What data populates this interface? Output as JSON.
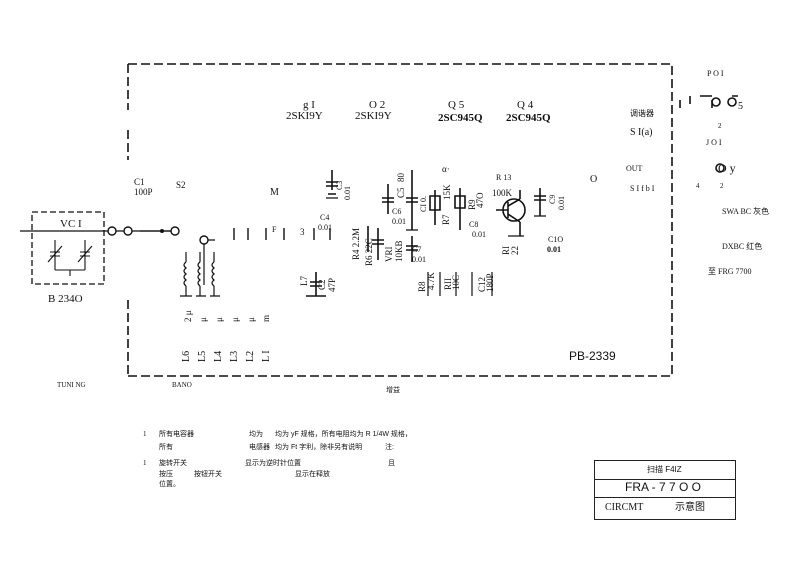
{
  "header": {
    "q1": {
      "ref": "g I",
      "part": "2SKI9Y"
    },
    "q2": {
      "ref": "O 2",
      "part": "2SKI9Y"
    },
    "q5": {
      "ref": "Q 5",
      "part": "2SC945Q"
    },
    "q4": {
      "ref": "Q 4",
      "part": "2SC945Q"
    }
  },
  "right_panel": {
    "po1": "P O I",
    "tuner": "调谐器",
    "s1a": "S I(a)",
    "jo1": "J O I",
    "out": "OUT",
    "s1b": "S I f b I",
    "o_dot": "O",
    "pin5": "5",
    "pin2a": "2",
    "pin4": "4",
    "pin2b": "2",
    "swa_bc": "SWA BC 灰色",
    "dxbc": "DXBC 红色",
    "to_frg": "至 FRG 7700"
  },
  "components": {
    "c1": "C1",
    "c1_val": "100P",
    "s2": "S2",
    "m": "M",
    "c3": "C3",
    "c3_val": "0.01",
    "c4": "C4",
    "c4_val": "0.01",
    "c5": "C5",
    "c5_val": "80",
    "c5b": "CI 0.",
    "c6": "C6",
    "c6_val": "0.01",
    "r7": "R7",
    "r7_val": "15K",
    "r9": "R9",
    "r9_val": "47O",
    "r13": "R 13",
    "r13_val": "100K",
    "c8": "C8",
    "c8_val": "0.01",
    "c9": "C9",
    "c9_val": "0.01",
    "c10": "C1O",
    "c10_val": "0.01",
    "r4": "R4 2.2M",
    "r6": "R6 22C",
    "vr1": "VRI",
    "vr1_val": "10KB",
    "c7": "C7",
    "c7_val": "0.01",
    "r8": "R8",
    "r8_val": "4.7K",
    "r11": "RII",
    "r11_val": "10C",
    "c12": "C12",
    "c12_val": "180P",
    "r1": "RI",
    "r1_val": "22",
    "l7": "L7",
    "c2": "C2",
    "c2_val": "47P",
    "vc1": "VC I",
    "b2340": "B 234O",
    "alpha": "α·",
    "s13": "3",
    "f": "F"
  },
  "coils": {
    "values": [
      "2 μ",
      "μ",
      "μ",
      "μ",
      "μ",
      "m"
    ],
    "labels": [
      "L6",
      "L5",
      "L4",
      "L3",
      "L2",
      "L I"
    ]
  },
  "board": "PB-2339",
  "footer_labels": {
    "tuning": "TUNI NG",
    "band": "BANO",
    "gain": "增益"
  },
  "notes": {
    "n1_num": "1",
    "n1_a": "所有电容器",
    "n1_b": "均为",
    "n1_c": "均为 yF 规格，所有电阻均为 R 1/4W 规格，",
    "n1_d": "所有",
    "n1_e": "电感器",
    "n1_f": "均为 Ft 字利，除非另有说明",
    "n1_g": "注:",
    "n2_num": "1",
    "n2_a": "旋转开关",
    "n2_b": "显示为逆时针位置",
    "n2_c": "且",
    "n2_d": "按压",
    "n2_e": "按钮开关",
    "n2_f": "显示在释放",
    "n2_g": "位置。"
  },
  "titleblock": {
    "line1": "扫描 F4IZ",
    "line2": "FRA -   7 7 O O",
    "line3a": "CIRCMT",
    "line3b": "示意图"
  }
}
